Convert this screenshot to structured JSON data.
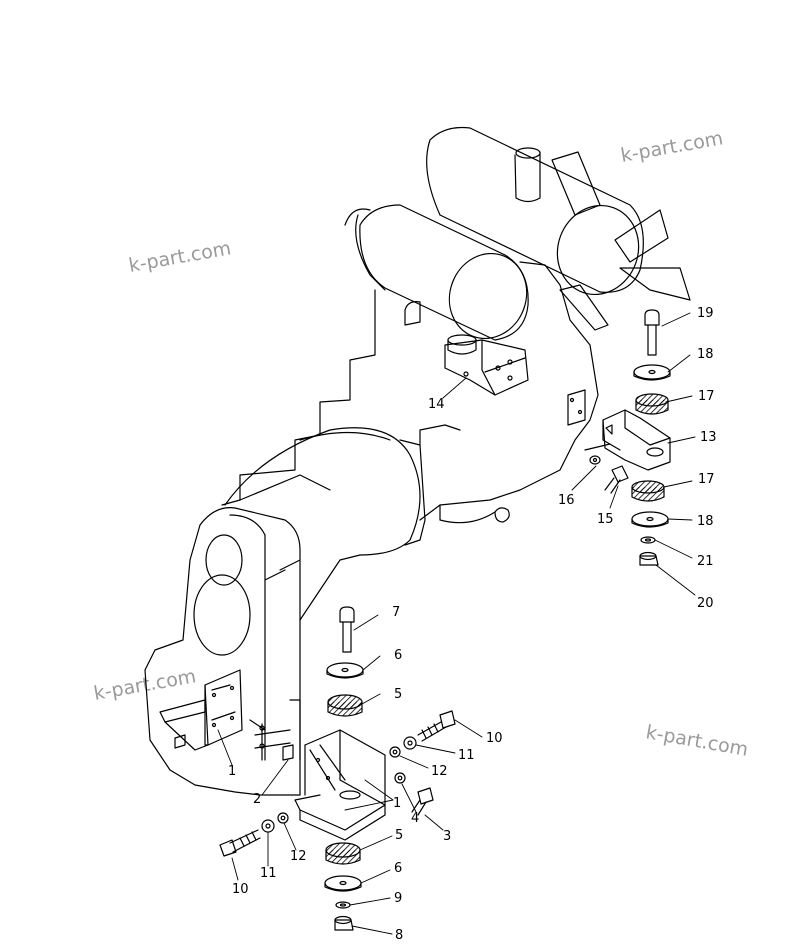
{
  "watermark": "k-part.com",
  "callouts": {
    "c1a": "1",
    "c1b": "1",
    "c2": "2",
    "c3": "3",
    "c4": "4",
    "c5a": "5",
    "c5b": "5",
    "c6a": "6",
    "c6b": "6",
    "c7": "7",
    "c8": "8",
    "c9": "9",
    "c10a": "10",
    "c10b": "10",
    "c11a": "11",
    "c11b": "11",
    "c12a": "12",
    "c12b": "12",
    "c13": "13",
    "c14": "14",
    "c15": "15",
    "c16": "16",
    "c17a": "17",
    "c17b": "17",
    "c18a": "18",
    "c18b": "18",
    "c19": "19",
    "c20": "20",
    "c21": "21"
  },
  "colors": {
    "ink": "#000000",
    "watermark": "#9a9a9a",
    "background": "#ffffff"
  }
}
